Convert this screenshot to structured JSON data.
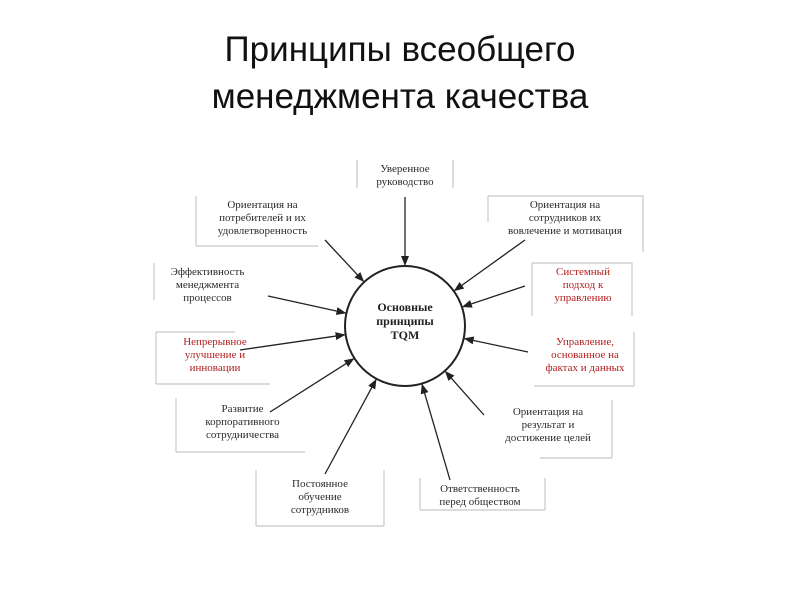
{
  "title": {
    "line1": "Принципы всеобщего",
    "line2": "менеджмента качества"
  },
  "center": {
    "lines": [
      "Основные",
      "принципы",
      "TQM"
    ]
  },
  "principles": [
    {
      "lines": [
        "Уверенное",
        "руководство"
      ],
      "color": "#2a2a2a"
    },
    {
      "lines": [
        "Ориентация на",
        "сотрудников их",
        "вовлечение и мотивация"
      ],
      "color": "#2a2a2a"
    },
    {
      "lines": [
        "Системный",
        "подход к",
        "управлению"
      ],
      "color": "#b01e1e"
    },
    {
      "lines": [
        "Управление,",
        "основанное на",
        "фактах и данных"
      ],
      "color": "#b01e1e"
    },
    {
      "lines": [
        "Ориентация на",
        "результат и",
        "достижение целей"
      ],
      "color": "#2a2a2a"
    },
    {
      "lines": [
        "Ответственность",
        "перед обществом"
      ],
      "color": "#2a2a2a"
    },
    {
      "lines": [
        "Постоянное",
        "обучение",
        "сотрудников"
      ],
      "color": "#2a2a2a"
    },
    {
      "lines": [
        "Развитие",
        "корпоративного",
        "сотрудничества"
      ],
      "color": "#2a2a2a"
    },
    {
      "lines": [
        "Непрерывное",
        "улучшение и",
        "инновации"
      ],
      "color": "#b01e1e"
    },
    {
      "lines": [
        "Эффективность",
        "менеджмента",
        "процессов"
      ],
      "color": "#2a2a2a"
    },
    {
      "lines": [
        "Ориентация на",
        "потребителей и их",
        "удовлетворенность"
      ],
      "color": "#2a2a2a"
    }
  ]
}
